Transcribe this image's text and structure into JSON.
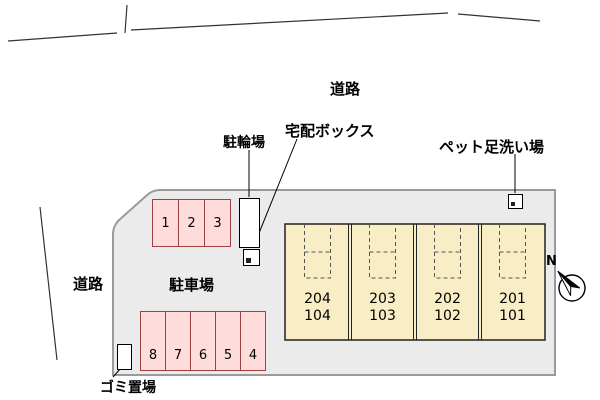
{
  "labels": {
    "road_top": "道路",
    "road_left": "道路",
    "bicycle_parking": "駐輪場",
    "delivery_box": "宅配ボックス",
    "pet_foot_wash": "ペット足洗い場",
    "parking_lot": "駐車場",
    "garbage_area": "ゴミ置場",
    "north": "N"
  },
  "parking_spaces_top": [
    "1",
    "2",
    "3"
  ],
  "parking_spaces_bottom": [
    "8",
    "7",
    "6",
    "5",
    "4"
  ],
  "building_units": [
    {
      "upper": "204",
      "lower": "104"
    },
    {
      "upper": "203",
      "lower": "103"
    },
    {
      "upper": "202",
      "lower": "102"
    },
    {
      "upper": "201",
      "lower": "101"
    }
  ],
  "colors": {
    "parking_fill": "#ffdcdc",
    "parking_border": "#a04040",
    "building_fill": "#f8edc5",
    "plot_fill": "#ebebeb",
    "plot_border": "#9a9a9a"
  }
}
